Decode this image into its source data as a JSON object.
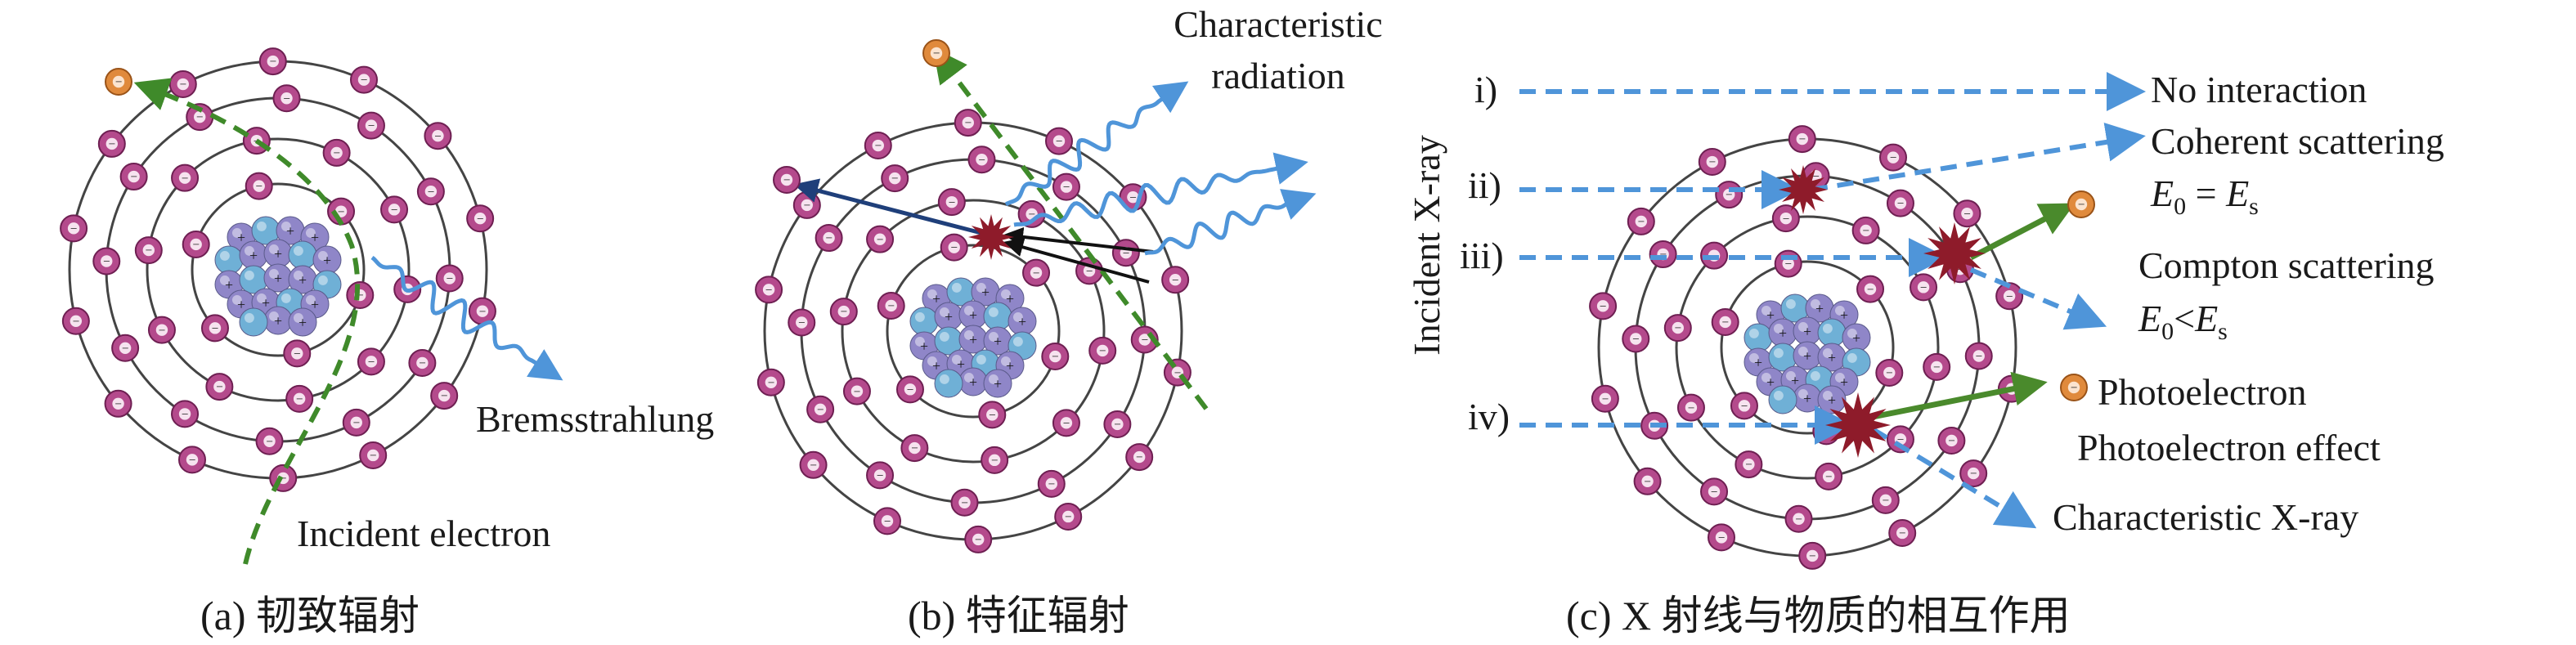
{
  "panels": {
    "a": {
      "caption": "(a) 韧致辐射",
      "labels": {
        "bremsstrahlung": "Bremsstrahlung",
        "incident_electron": "Incident electron"
      }
    },
    "b": {
      "caption": "(b) 特征辐射",
      "labels": {
        "characteristic_line1": "Characteristic",
        "characteristic_line2": "radiation"
      }
    },
    "c": {
      "caption": "(c) X 射线与物质的相互作用",
      "axis_label": "Incident X-ray",
      "rows": [
        "i)",
        "ii)",
        "iii)",
        "iv)"
      ],
      "labels": {
        "no_interaction": "No interaction",
        "coherent_scattering": "Coherent scattering",
        "compton_scattering": "Compton scattering",
        "photoelectron": "Photoelectron",
        "photoelectron_effect": "Photoelectron effect",
        "characteristic_xray": "Characteristic X-ray"
      },
      "equations": {
        "coherent": {
          "lhs": "E",
          "lhs_sub": "0",
          "op": " = ",
          "rhs": "E",
          "rhs_sub": "s"
        },
        "compton": {
          "lhs": "E",
          "lhs_sub": "0",
          "op": "<",
          "rhs": "E",
          "rhs_sub": "s"
        }
      }
    }
  },
  "colors": {
    "electron": "#b44a8c",
    "electron_edge": "#6e1f52",
    "orbit": "#444444",
    "nucleus_proton": "#8f86c8",
    "nucleus_neutron": "#6fb0d6",
    "dashed_green": "#3f8a2a",
    "photon_blue": "#4f95d9",
    "arrow_navy": "#1f3f7a",
    "arrow_green": "#4a8a2c",
    "burst_red": "#8e1b2a",
    "free_electron": "#e08a3c"
  },
  "symbols": {
    "electron_sign": "−",
    "proton_sign": "+"
  }
}
